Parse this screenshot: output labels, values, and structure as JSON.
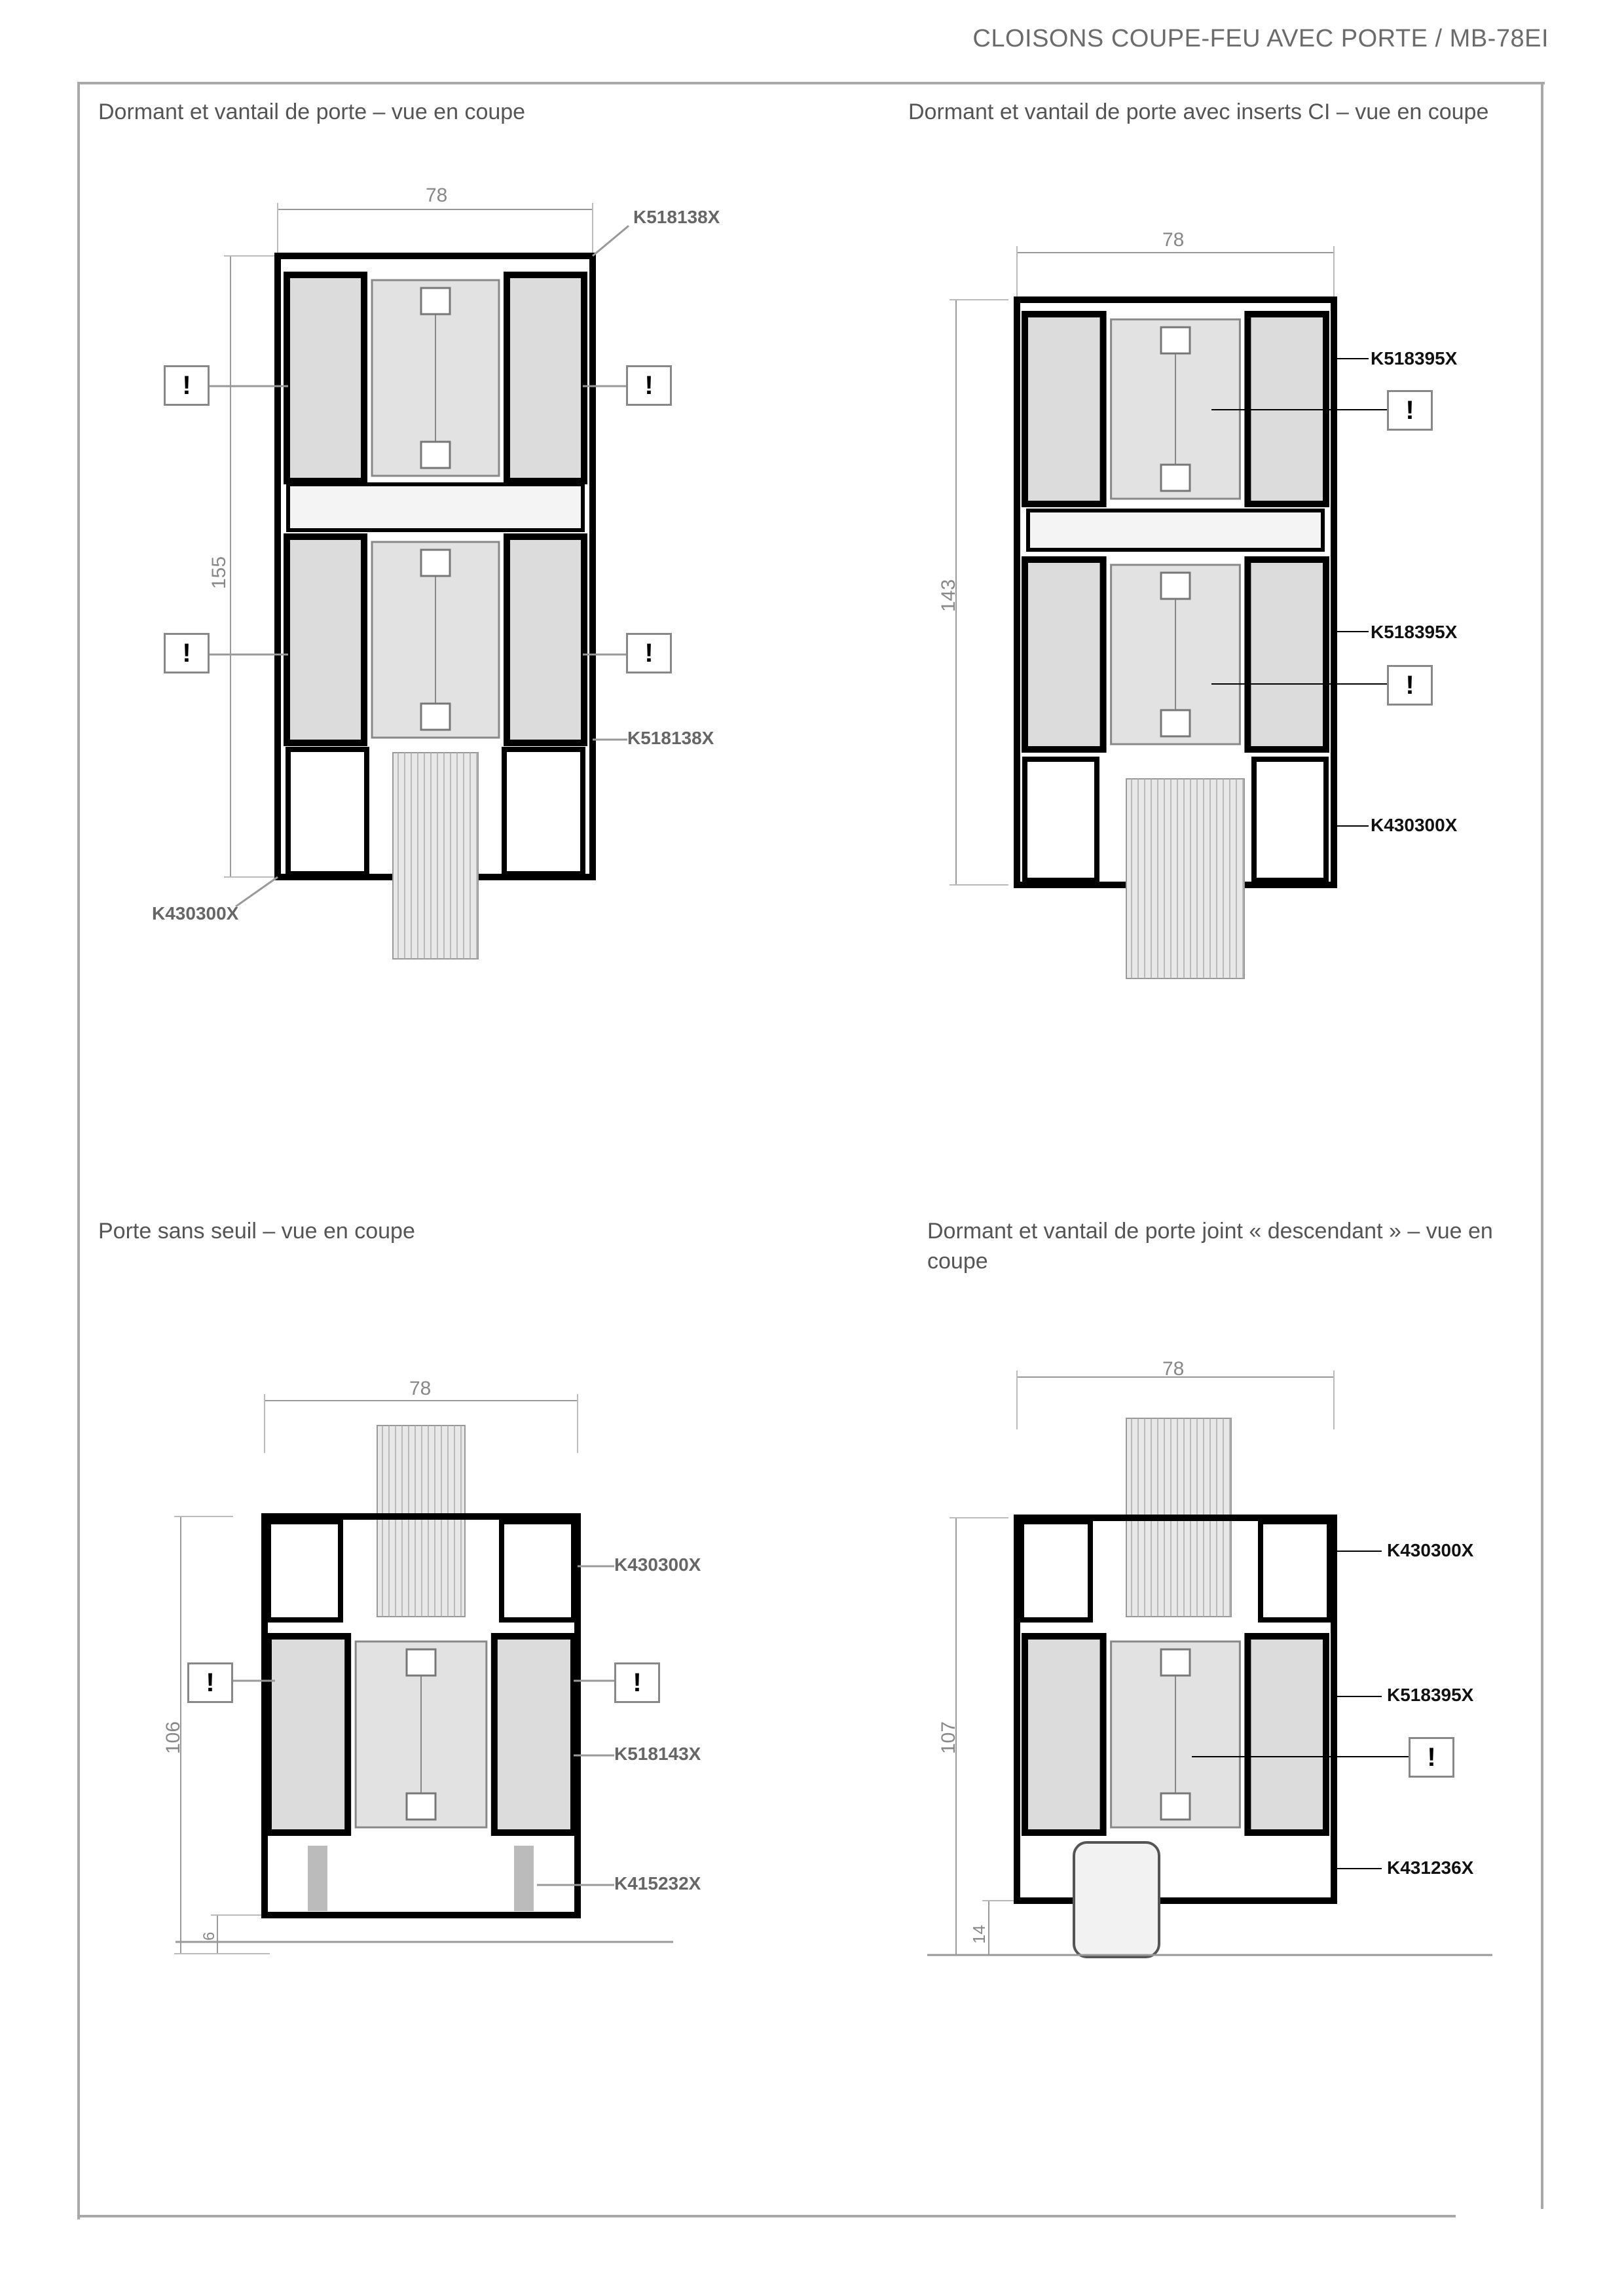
{
  "header": {
    "title": "CLOISONS COUPE-FEU AVEC PORTE / MB-78EI"
  },
  "sections": [
    {
      "caption": "Dormant et vantail de porte – vue en coupe",
      "width_dim": "78",
      "height_dim": "155",
      "labels": [
        "K518138X",
        "K518138X",
        "K430300X"
      ]
    },
    {
      "caption": "Dormant et vantail de porte avec inserts CI – vue en coupe",
      "width_dim": "78",
      "height_dim": "143",
      "labels": [
        "K518395X",
        "K518395X",
        "K430300X"
      ]
    },
    {
      "caption": "Porte sans seuil – vue en coupe",
      "width_dim": "78",
      "height_dim": "106",
      "gap_dim": "6",
      "labels": [
        "K430300X",
        "K518143X",
        "K415232X"
      ]
    },
    {
      "caption": "Dormant et vantail de porte joint « descendant » – vue en coupe",
      "width_dim": "78",
      "height_dim": "107",
      "gap_dim": "14",
      "labels": [
        "K430300X",
        "K518395X",
        "K431236X"
      ]
    }
  ],
  "warning_symbol": "!"
}
